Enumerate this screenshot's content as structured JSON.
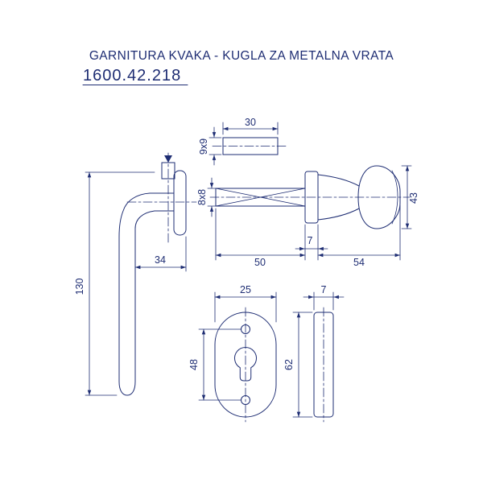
{
  "title": "GARNITURA KVAKA - KUGLA ZA METALNA VRATA",
  "part_number": "1600.42.218",
  "colors": {
    "line": "#1e2d73",
    "background": "#ffffff"
  },
  "dimensions": {
    "spindle_bar_length": "30",
    "spindle_bar_section": "9x9",
    "spindle_section": "8x8",
    "knob_height": "43",
    "spindle_length": "50",
    "knob_flange_thickness": "7",
    "knob_length": "54",
    "handle_height": "130",
    "handle_projection": "34",
    "rosette_width": "25",
    "rosette_hole_spacing": "48",
    "rosette_thickness": "7",
    "rosette_height": "62"
  }
}
